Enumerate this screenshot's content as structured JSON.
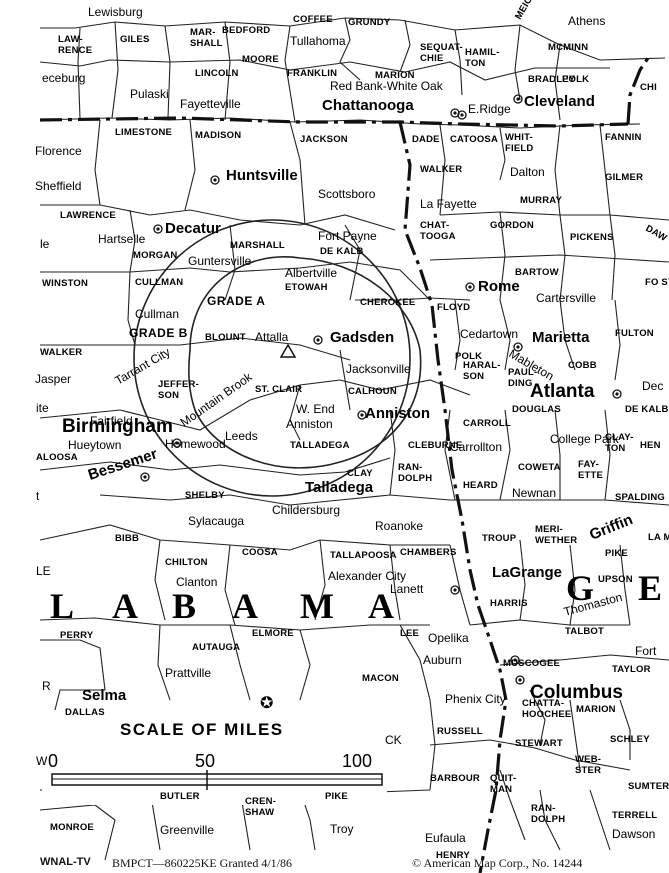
{
  "counties": [
    "LAW-RENCE",
    "GILES",
    "MAR-SHALL",
    "BEDFORD",
    "COFFEE",
    "GRUNDY",
    "FRANKLIN",
    "MOORE",
    "LINCOLN",
    "SEQUAT-CHIE",
    "HAMIL-TON",
    "MCMINN",
    "BRADLEY",
    "POLK",
    "MARION",
    "LIMESTONE",
    "MADISON",
    "JACKSON",
    "DADE",
    "CATOOSA",
    "WHIT-FIELD",
    "FANNIN",
    "WALKER",
    "MURRAY",
    "GILMER",
    "LAWRENCE",
    "MORGAN",
    "MARSHALL",
    "DE KALB",
    "CHAT-TOOGA",
    "GORDON",
    "PICKENS",
    "WINSTON",
    "CULLMAN",
    "ETOWAH",
    "CHEROKEE",
    "BARTOW",
    "FLOYD",
    "BLOUNT",
    "WALKER",
    "POLK",
    "COBB",
    "FULTON",
    "ST. CLAIR",
    "CALHOUN",
    "HARAL-SON",
    "PAUL-DING",
    "JEFFER-SON",
    "DOUGLAS",
    "DE KALB",
    "CLEBURNE",
    "CARROLL",
    "CLAY-TON",
    "TALLADEGA",
    "CLAY",
    "RAN-DOLPH",
    "HEARD",
    "COWETA",
    "FAY-ETTE",
    "SHELBY",
    "SPALDING",
    "BIBB",
    "CHILTON",
    "COOSA",
    "TALLAPOOSA",
    "CHAMBERS",
    "TROUP",
    "MERI-WETHER",
    "PIKE",
    "UPSON",
    "PERRY",
    "AUTAUGA",
    "ELMORE",
    "LEE",
    "HARRIS",
    "TALBOT",
    "MACON",
    "MUSCOGEE",
    "TAYLOR",
    "RUSSELL",
    "CHATTA-HOOCHEE",
    "MARION",
    "SCHLEY",
    "STEWART",
    "WEB-STER",
    "SUMTER",
    "BARBOUR",
    "QUIT-MAN",
    "RAN-DOLPH",
    "TERRELL",
    "MONROE",
    "BUTLER",
    "CREN-SHAW",
    "PIKE",
    "HENRY",
    "MEIGS",
    "HEN",
    "LA MA",
    "FO SY",
    "DAW",
    "CHI"
  ],
  "towns": [
    "Lewisburg",
    "Fayetteville",
    "Pulaski",
    "Tullahoma",
    "Red Bank-White Oak",
    "E.Ridge",
    "Athens",
    "Dalton",
    "La Fayette",
    "Scottsboro",
    "Hartselle",
    "Guntersville",
    "Fort Payne",
    "Albertville",
    "Cartersville",
    "Cullman",
    "Attalla",
    "Cedartown",
    "Jasper",
    "Jacksonville",
    "Tarrant City",
    "Mountain Brook",
    "Leeds",
    "W. End",
    "Anniston",
    "Fairfield",
    "Hueytown",
    "Homewood",
    "College Park",
    "Sylacauga",
    "Childersburg",
    "Roanoke",
    "Clanton",
    "Alexander City",
    "Lanett",
    "Prattville",
    "Opelika",
    "Auburn",
    "Phenix City",
    "Eufaula",
    "Greenville",
    "Troy",
    "Dawson",
    "Thomaston",
    "Mableton",
    "Carrollton",
    "Florence",
    "Sheffield",
    "Fort",
    "Dec",
    "Newnan"
  ],
  "cities": {
    "chattanooga": "Chattanooga",
    "cleveland": "Cleveland",
    "huntsville": "Huntsville",
    "decatur": "Decatur",
    "rome": "Rome",
    "gadsden": "Gadsden",
    "marietta": "Marietta",
    "atlanta": "Atlanta",
    "birmingham": "Birmingham",
    "anniston": "Anniston",
    "bessemer": "Bessemer",
    "talladega": "Talladega",
    "griffin": "Griffin",
    "lagrange": "LaGrange",
    "selma": "Selma",
    "columbus": "Columbus"
  },
  "partial_labels": [
    "eceburg",
    "le",
    "ite",
    "t",
    "ALOOSA",
    "LE",
    "W",
    "CK",
    "R",
    "DALLAS"
  ],
  "contours": {
    "grade_a": "GRADE A",
    "grade_b": "GRADE B"
  },
  "state_letters": [
    "L",
    "A",
    "B",
    "A",
    "M",
    "A"
  ],
  "state_ga": [
    "G",
    "E"
  ],
  "scale": {
    "title": "SCALE OF MILES",
    "ticks": [
      "0",
      "50",
      "100"
    ]
  },
  "footer": {
    "station": "WNAL-TV",
    "permit": "BMPCT—860225KE Granted 4/1/86",
    "copyright": "© American Map Corp., No. 14244"
  }
}
